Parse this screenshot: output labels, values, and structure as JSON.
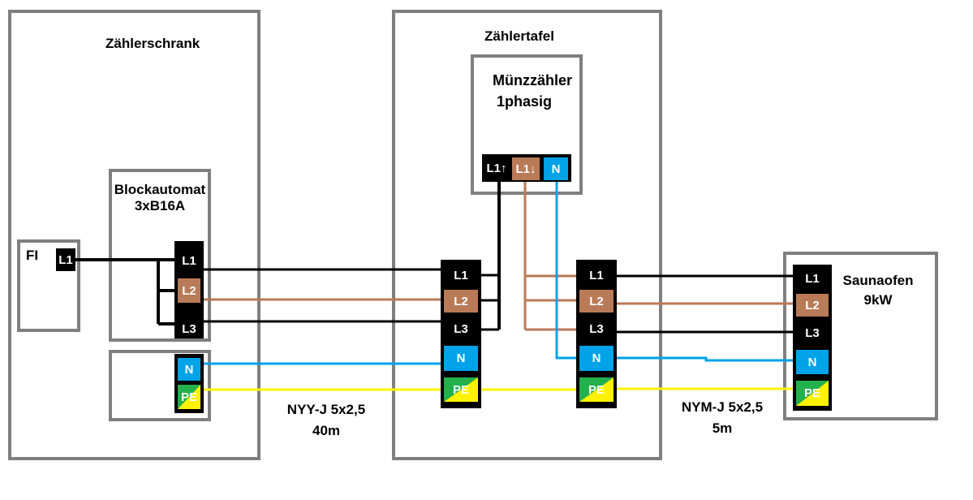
{
  "colors": {
    "L1": "#000000",
    "L2": "#b97a57",
    "L3": "#000000",
    "N": "#00a2e8",
    "PE_green": "#22b14c",
    "PE_yellow": "#fff200",
    "box_border": "#7f7f7f"
  },
  "zaehlerschrank": {
    "title": "Zählerschrank",
    "fi": {
      "label": "FI",
      "terminal": "L1"
    },
    "blockautomat": {
      "label_line1": "Blockautomat",
      "label_line2": "3xB16A",
      "terminals": [
        "L1",
        "L2",
        "L3"
      ]
    },
    "bottom_terminals": [
      "N",
      "PE"
    ]
  },
  "zaehlertafel": {
    "title": "Zählertafel",
    "muenzzaehler": {
      "label_line1": "Münzzähler",
      "label_line2": "1phasig",
      "terminals": [
        "L1↑",
        "L1↓",
        "N"
      ]
    },
    "left_block": [
      "L1",
      "L2",
      "L3",
      "N",
      "PE"
    ],
    "right_block": [
      "L1",
      "L2",
      "L3",
      "N",
      "PE"
    ]
  },
  "saunaofen": {
    "label_line1": "Saunaofen",
    "label_line2": "9kW",
    "terminals": [
      "L1",
      "L2",
      "L3",
      "N",
      "PE"
    ]
  },
  "cables": [
    {
      "type": "NYY-J 5x2,5",
      "length": "40m"
    },
    {
      "type": "NYM-J 5x2,5",
      "length": "5m"
    }
  ]
}
